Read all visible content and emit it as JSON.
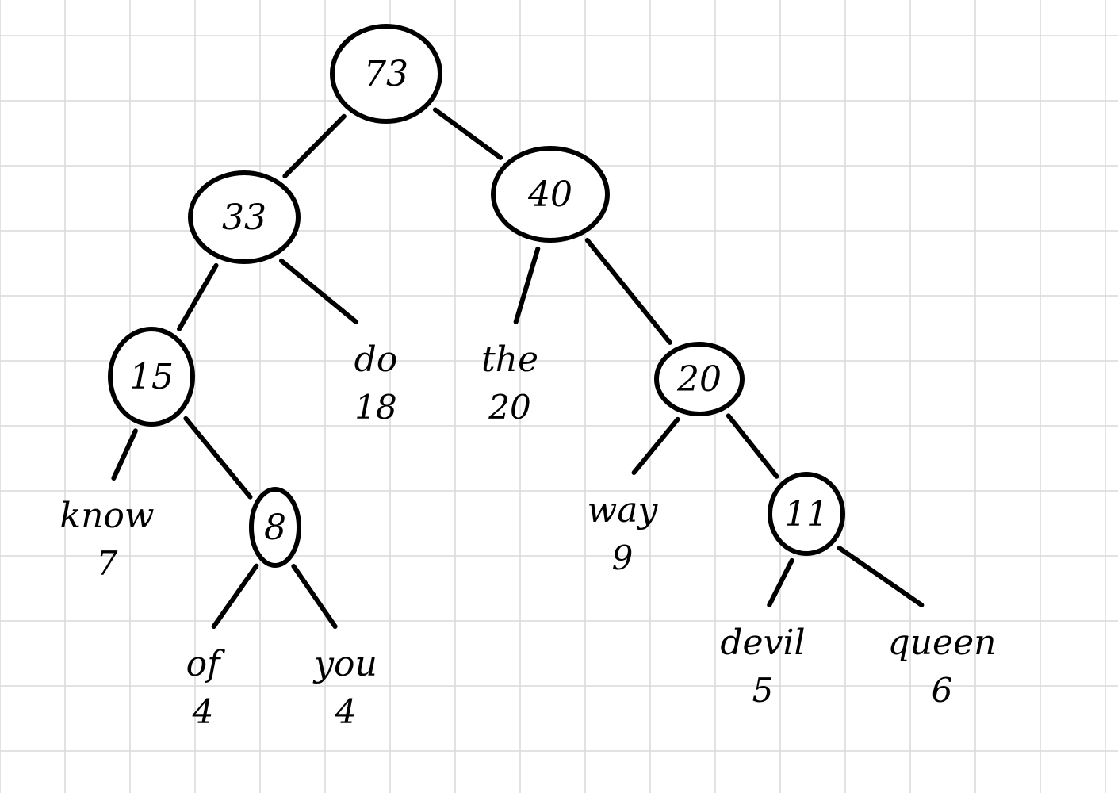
{
  "tree": {
    "nodes": [
      {
        "id": "n73",
        "kind": "internal",
        "value": "73"
      },
      {
        "id": "n33",
        "kind": "internal",
        "value": "33"
      },
      {
        "id": "n40",
        "kind": "internal",
        "value": "40"
      },
      {
        "id": "n15",
        "kind": "internal",
        "value": "15"
      },
      {
        "id": "n20",
        "kind": "internal",
        "value": "20"
      },
      {
        "id": "n8",
        "kind": "internal",
        "value": "8"
      },
      {
        "id": "n11",
        "kind": "internal",
        "value": "11"
      },
      {
        "id": "l_know",
        "kind": "leaf",
        "word": "know",
        "count": "7"
      },
      {
        "id": "l_do",
        "kind": "leaf",
        "word": "do",
        "count": "18"
      },
      {
        "id": "l_the",
        "kind": "leaf",
        "word": "the",
        "count": "20"
      },
      {
        "id": "l_way",
        "kind": "leaf",
        "word": "way",
        "count": "9"
      },
      {
        "id": "l_of",
        "kind": "leaf",
        "word": "of",
        "count": "4"
      },
      {
        "id": "l_you",
        "kind": "leaf",
        "word": "you",
        "count": "4"
      },
      {
        "id": "l_devil",
        "kind": "leaf",
        "word": "devil",
        "count": "5"
      },
      {
        "id": "l_queen",
        "kind": "leaf",
        "word": "queen",
        "count": "6"
      }
    ],
    "edges": [
      [
        "n73",
        "n33"
      ],
      [
        "n73",
        "n40"
      ],
      [
        "n33",
        "n15"
      ],
      [
        "n33",
        "l_do"
      ],
      [
        "n40",
        "l_the"
      ],
      [
        "n40",
        "n20"
      ],
      [
        "n15",
        "l_know"
      ],
      [
        "n15",
        "n8"
      ],
      [
        "n8",
        "l_of"
      ],
      [
        "n8",
        "l_you"
      ],
      [
        "n20",
        "l_way"
      ],
      [
        "n20",
        "n11"
      ],
      [
        "n11",
        "l_devil"
      ],
      [
        "n11",
        "l_queen"
      ]
    ]
  },
  "colors": {
    "background": "#ffffff",
    "grid": "#d9d9d9",
    "ink": "#000000"
  }
}
